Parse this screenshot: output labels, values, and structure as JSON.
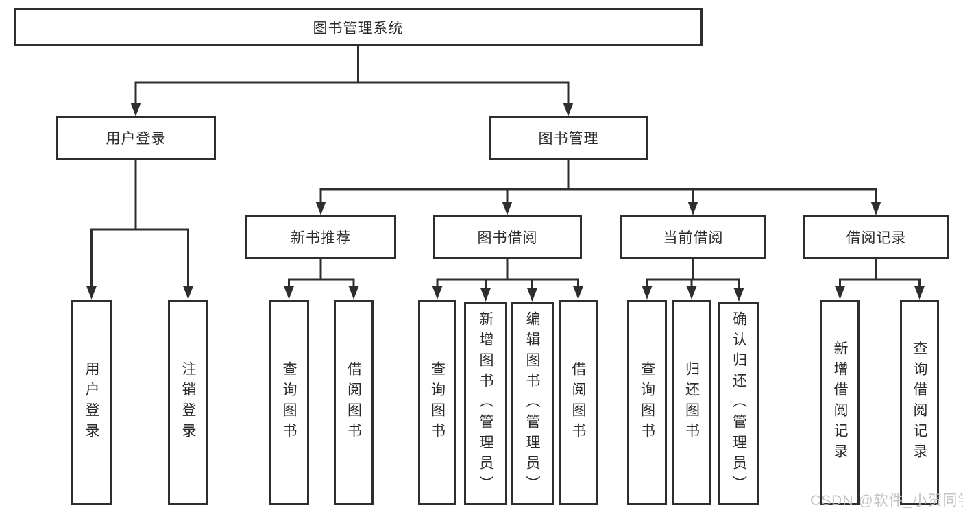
{
  "palette": {
    "line": "#2e2e2e",
    "text": "#2a2a2a",
    "box_background": "#ffffff",
    "page_background": "#ffffff",
    "watermark": "#c2c1c1"
  },
  "tree": {
    "label": "图书管理系统",
    "children": [
      {
        "label": "用户登录",
        "children": [
          {
            "label": "用户登录"
          },
          {
            "label": "注销登录"
          }
        ]
      },
      {
        "label": "图书管理",
        "children": [
          {
            "label": "新书推荐",
            "children": [
              {
                "label": "查询图书"
              },
              {
                "label": "借阅图书"
              }
            ]
          },
          {
            "label": "图书借阅",
            "children": [
              {
                "label": "查询图书"
              },
              {
                "label": "新增图书（管理员）"
              },
              {
                "label": "编辑图书（管理员）"
              },
              {
                "label": "借阅图书"
              }
            ]
          },
          {
            "label": "当前借阅",
            "children": [
              {
                "label": "查询图书"
              },
              {
                "label": "归还图书"
              },
              {
                "label": "确认归还（管理员）"
              }
            ]
          },
          {
            "label": "借阅记录",
            "children": [
              {
                "label": "新增借阅记录"
              },
              {
                "label": "查询借阅记录"
              }
            ]
          }
        ]
      }
    ]
  },
  "watermark": {
    "text": "CSDN @软件_小贺同学"
  }
}
